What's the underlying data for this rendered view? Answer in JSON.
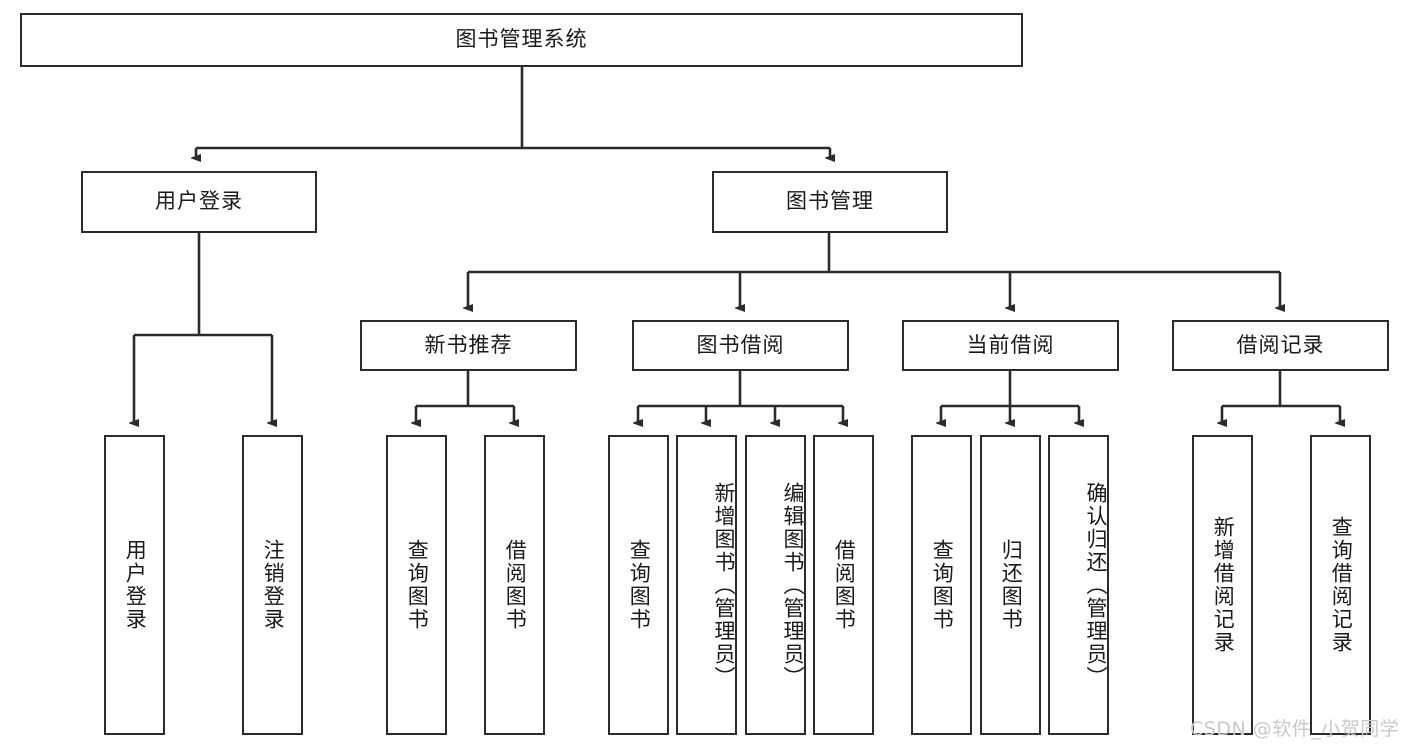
{
  "diagram": {
    "type": "tree-hierarchy-chart",
    "title": "图书管理系统",
    "orientation": "top-down",
    "colors": {
      "node_border": "#2b2b2b",
      "node_fill": "#ffffff",
      "link": "#2b2b2b",
      "text": "#1a1a1a",
      "watermark": "#c9c9c9",
      "background": "#ffffff"
    },
    "nodes": {
      "root": {
        "label": "图书管理系统"
      },
      "level2": [
        {
          "label": "用户登录"
        },
        {
          "label": "图书管理"
        }
      ],
      "level3": [
        {
          "label": "新书推荐"
        },
        {
          "label": "图书借阅"
        },
        {
          "label": "当前借阅"
        },
        {
          "label": "借阅记录"
        }
      ],
      "leaves": {
        "user_login": [
          {
            "label": "用户登录"
          },
          {
            "label": "注销登录"
          }
        ],
        "new_book_recommend": [
          {
            "label": "查询图书"
          },
          {
            "label": "借阅图书"
          }
        ],
        "book_borrow": [
          {
            "label": "查询图书"
          },
          {
            "label": "新增图书（管理员）"
          },
          {
            "label": "编辑图书（管理员）"
          },
          {
            "label": "借阅图书"
          }
        ],
        "current_borrow": [
          {
            "label": "查询图书"
          },
          {
            "label": "归还图书"
          },
          {
            "label": "确认归还（管理员）"
          }
        ],
        "borrow_record": [
          {
            "label": "新增借阅记录"
          },
          {
            "label": "查询借阅记录"
          }
        ]
      }
    },
    "watermark": "CSDN @软件_小贺同学"
  }
}
